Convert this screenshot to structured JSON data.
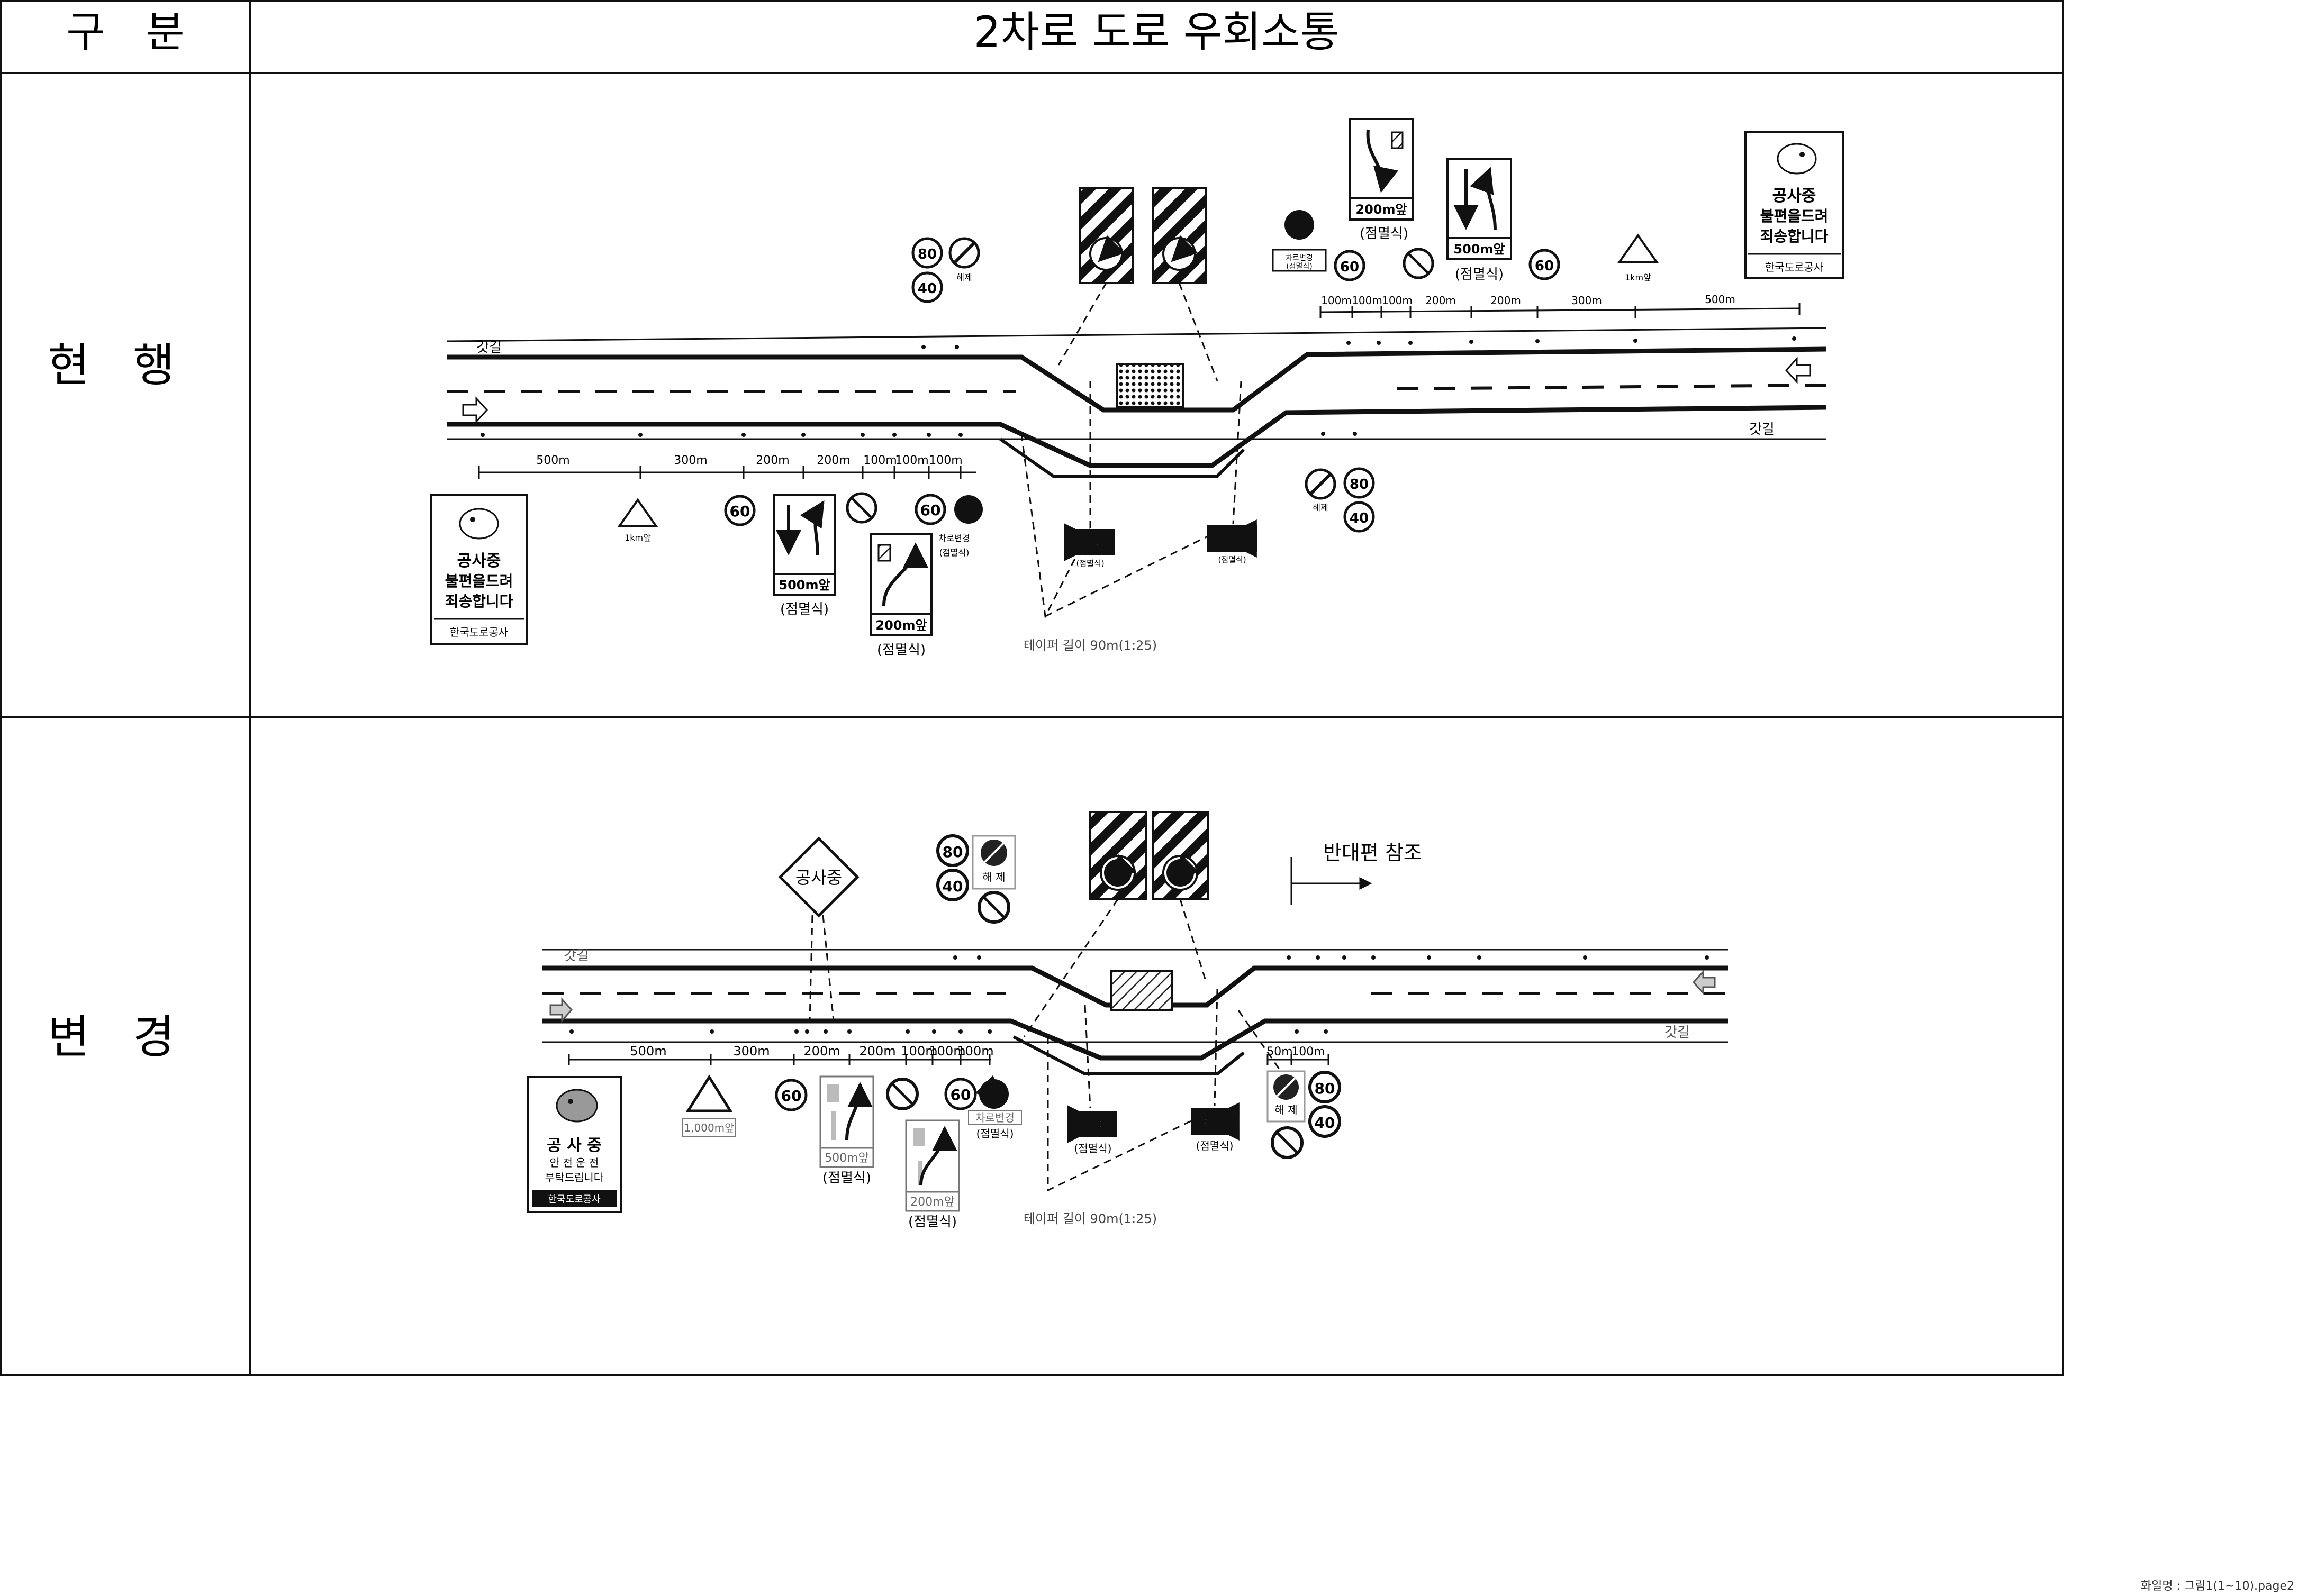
{
  "header": {
    "col1": "구   분",
    "col2": "2차로 도로 우회소통"
  },
  "rows": {
    "current": "현   행",
    "changed": "변   경"
  },
  "current_plan": {
    "shoulder_top": "갓길",
    "shoulder_bottom": "갓길",
    "left_distances": [
      "500m",
      "300m",
      "200m",
      "200m",
      "100m",
      "100m",
      "100m"
    ],
    "right_distances": [
      "100m",
      "100m",
      "100m",
      "200m",
      "200m",
      "300m",
      "500m"
    ],
    "sign_under_construction_top": "공사중",
    "sign_under_construction_lines": [
      "불편을드려",
      "죄송합니다"
    ],
    "sign_company": "한국도로공사",
    "sign_dist_label": "1km앞",
    "speed_60": "60",
    "speed_80": "80",
    "speed_40": "40",
    "plate_500": "500m앞",
    "plate_200": "200m앞",
    "flash_label": "(점멸식)",
    "lane_change_label": "차로변경",
    "flash_short": "(점멸식)",
    "release_label": "해제",
    "taper_label": "테이퍼 길이 90m(1:25)"
  },
  "changed_plan": {
    "shoulder_top": "갓길",
    "shoulder_bottom": "갓길",
    "left_distances": [
      "500m",
      "300m",
      "200m",
      "200m",
      "100m",
      "100m",
      "100m"
    ],
    "right_distances": [
      "50m",
      "100m"
    ],
    "diamond_sign": "공사중",
    "sign_under_construction_top": "공 사 중",
    "sign_under_construction_lines": [
      "안 전 운 전",
      "부탁드립니다"
    ],
    "sign_company": "한국도로공사",
    "sign_dist_label": "1,000m앞",
    "speed_60": "60",
    "speed_80": "80",
    "speed_40": "40",
    "plate_500": "500m앞",
    "plate_200": "200m앞",
    "flash_label": "(점멸식)",
    "lane_change_label": "차로변경",
    "release_label": "해 제",
    "opposite_ref": "반대편 참조",
    "taper_label": "테이퍼 길이 90m(1:25)"
  },
  "footer": {
    "filename": "화일명 : 그림1(1~10).page2"
  }
}
